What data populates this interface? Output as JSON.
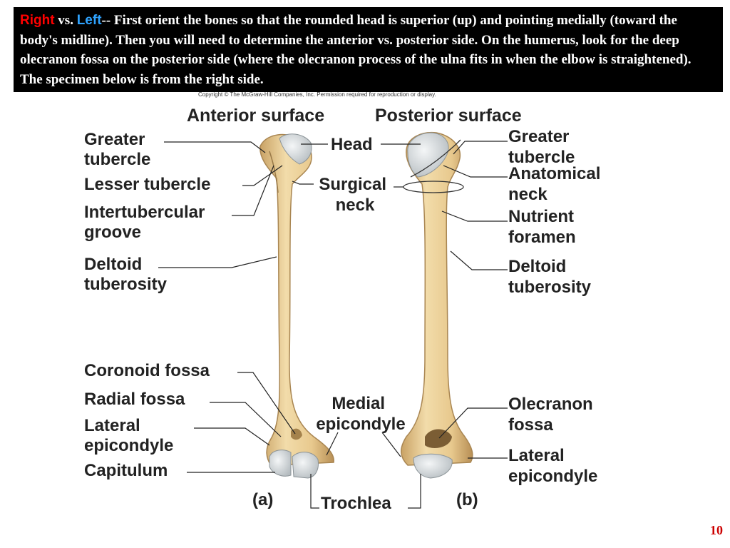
{
  "header": {
    "keyword_right": "Right",
    "separator": " vs. ",
    "keyword_left": "Left",
    "body": "-- First orient the bones so that the rounded head is superior (up) and pointing medially (toward the body's midline). Then you will need to determine the anterior vs. posterior side.  On the humerus, look for the deep olecranon fossa on the posterior side (where the olecranon process of the ulna fits in when the elbow is straightened). The specimen below is from the right side."
  },
  "copyright": "Copyright © The McGraw-Hill Companies, Inc. Permission required for reproduction or display.",
  "figure": {
    "anterior_title": "Anterior surface",
    "posterior_title": "Posterior surface",
    "panel_a": "(a)",
    "panel_b": "(b)",
    "labels": {
      "greater_tubercle_a": [
        "Greater",
        "tubercle"
      ],
      "lesser_tubercle": [
        "Lesser tubercle"
      ],
      "intertubercular_groove": [
        "Intertubercular",
        "groove"
      ],
      "deltoid_tuberosity_a": [
        "Deltoid",
        "tuberosity"
      ],
      "coronoid_fossa": [
        "Coronoid fossa"
      ],
      "radial_fossa": [
        "Radial fossa"
      ],
      "lateral_epicondyle_a": [
        "Lateral",
        "epicondyle"
      ],
      "capitulum": [
        "Capitulum"
      ],
      "head": [
        "Head"
      ],
      "surgical_neck": [
        "Surgical",
        "neck"
      ],
      "medial_epicondyle": [
        "Medial",
        "epicondyle"
      ],
      "trochlea": [
        "Trochlea"
      ],
      "greater_tubercle_b": [
        "Greater",
        "tubercle"
      ],
      "anatomical_neck": [
        "Anatomical",
        "neck"
      ],
      "nutrient_foramen": [
        "Nutrient",
        "foramen"
      ],
      "deltoid_tuberosity_b": [
        "Deltoid",
        "tuberosity"
      ],
      "olecranon_fossa": [
        "Olecranon",
        "fossa"
      ],
      "lateral_epicondyle_b": [
        "Lateral",
        "epicondyle"
      ]
    }
  },
  "colors": {
    "bone_fill": "#e6c88c",
    "bone_edge": "#b8935a",
    "cartilage": "#d8dde0",
    "label_text": "#222222"
  },
  "page_number": "10"
}
